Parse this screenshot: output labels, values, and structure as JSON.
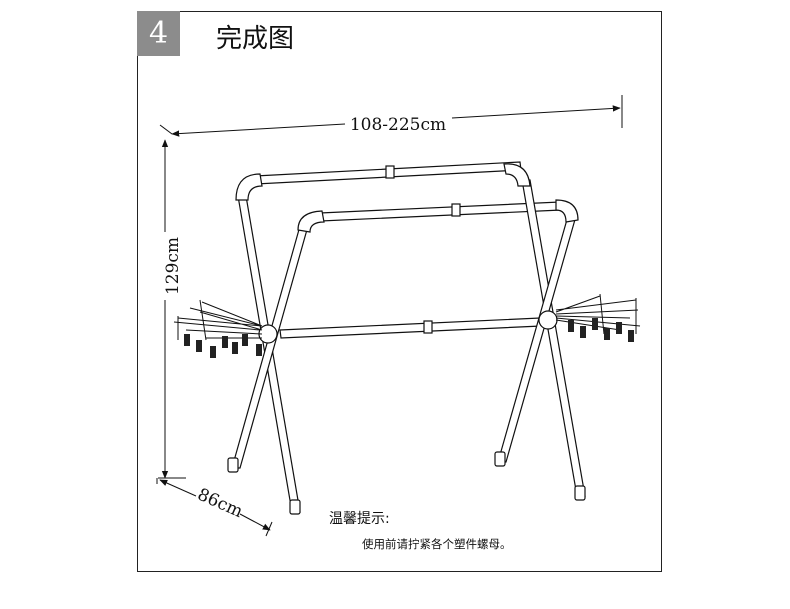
{
  "step_number": "4",
  "title": "完成图",
  "dimensions": {
    "width": "108-225cm",
    "height": "129cm",
    "depth": "86cm"
  },
  "tips": {
    "heading": "温馨提示:",
    "text": "使用前请拧紧各个塑件螺母。"
  },
  "colors": {
    "frame": "#222222",
    "step_box": "#8c8c8c",
    "line": "#111111"
  }
}
